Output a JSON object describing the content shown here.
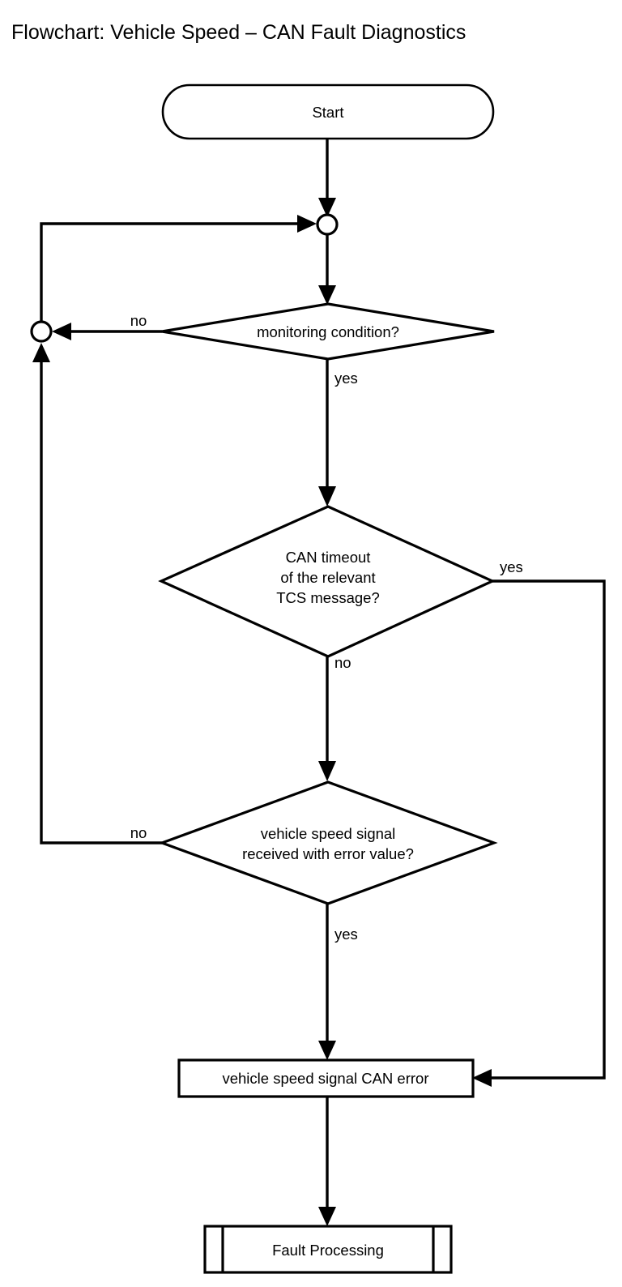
{
  "title": "Flowchart: Vehicle Speed – CAN Fault Diagnostics",
  "colors": {
    "stroke": "#000000",
    "fill": "#ffffff",
    "background": "#ffffff",
    "text": "#000000"
  },
  "nodes": {
    "start": {
      "label": "Start",
      "shape": "stadium"
    },
    "junction_top": {
      "label": "",
      "shape": "connector-circle"
    },
    "junction_left": {
      "label": "",
      "shape": "connector-circle"
    },
    "decision_monitoring": {
      "label": "monitoring condition?",
      "shape": "diamond",
      "lines": [
        "monitoring condition?"
      ]
    },
    "decision_can_timeout": {
      "label": "CAN timeout of the relevant TCS message?",
      "shape": "diamond",
      "lines": [
        "CAN timeout",
        "of the relevant",
        "TCS message?"
      ]
    },
    "decision_error_value": {
      "label": "vehicle speed signal received with error value?",
      "shape": "diamond",
      "lines": [
        "vehicle speed signal",
        "received with error value?"
      ]
    },
    "process_can_error": {
      "label": "vehicle speed signal CAN error",
      "shape": "rectangle"
    },
    "predefined_fault_processing": {
      "label": "Fault Processing",
      "shape": "predefined-process"
    }
  },
  "edge_labels": {
    "monitoring_no": "no",
    "monitoring_yes": "yes",
    "can_timeout_yes": "yes",
    "can_timeout_no": "no",
    "error_value_no": "no",
    "error_value_yes": "yes"
  }
}
